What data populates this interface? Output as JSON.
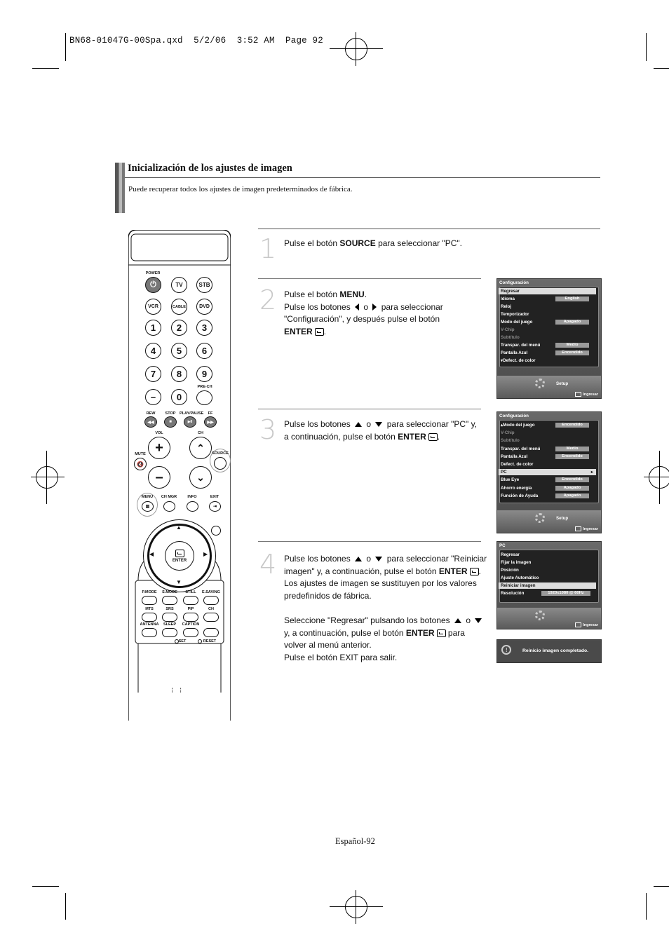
{
  "slug": "BN68-01047G-00Spa.qxd  5/2/06  3:52 AM  Page 92",
  "section": {
    "title": "Inicialización de los ajustes de imagen",
    "description": "Puede recuperar todos los ajustes de imagen predeterminados de fábrica."
  },
  "steps": [
    {
      "num": "1"
    },
    {
      "num": "2"
    },
    {
      "num": "3"
    },
    {
      "num": "4"
    }
  ],
  "step1": {
    "a": "Pulse el botón ",
    "b": "SOURCE",
    "c": " para seleccionar \"PC\"."
  },
  "step2": {
    "l1a": "Pulse el botón ",
    "l1b": "MENU",
    "l1c": ".",
    "l2a": "Pulse los botones ",
    "l2b": " o ",
    "l2c": " para seleccionar",
    "l3": "\"Configuración\", y después pulse el botón",
    "l4": "ENTER",
    "l4c": "."
  },
  "step3": {
    "l1a": "Pulse los botones ",
    "l1b": " o ",
    "l1c": " para seleccionar \"PC\"  y,",
    "l2a": "a continuación, pulse el botón ",
    "l2b": "ENTER",
    "l2c": "."
  },
  "step4": {
    "l1a": "Pulse los botones ",
    "l1b": " o ",
    "l1c": " para seleccionar \"Reiniciar",
    "l2a": "imagen\" y, a continuación, pulse el botón ",
    "l2b": "ENTER",
    "l2c": ".",
    "l3": "Los ajustes de imagen se sustituyen por los valores",
    "l4": "predefinidos de fábrica.",
    "l5a": "Seleccione \"Regresar\"  pulsando los botones ",
    "l5b": " o ",
    "l6a": "y, a continuación, pulse el botón ",
    "l6b": "ENTER",
    "l6c": " para",
    "l7": "volver al menú anterior.",
    "l8": "Pulse el botón EXIT para salir."
  },
  "osd1": {
    "title": "Configuración",
    "rows": [
      {
        "label": "Regresar",
        "value": "",
        "state": "hi"
      },
      {
        "label": "Idioma",
        "value": "English",
        "state": ""
      },
      {
        "label": "Reloj",
        "value": "",
        "state": ""
      },
      {
        "label": "Temporizador",
        "value": "",
        "state": ""
      },
      {
        "label": "Modo del juego",
        "value": "Apagado",
        "state": ""
      },
      {
        "label": "V-Chip",
        "value": "",
        "state": "dim"
      },
      {
        "label": "Subtítulo",
        "value": "",
        "state": "dim"
      },
      {
        "label": "Transpar. del menú",
        "value": "Medio",
        "state": ""
      },
      {
        "label": "Pantalla Azul",
        "value": "Encendido",
        "state": ""
      },
      {
        "label": "▾Defect. de color",
        "value": "",
        "state": ""
      }
    ],
    "setup": "Setup",
    "ingresar": "Ingresar"
  },
  "osd2": {
    "title": "Configuración",
    "rows": [
      {
        "label": "▴Modo del juego",
        "value": "Encendido",
        "state": ""
      },
      {
        "label": "V-Chip",
        "value": "",
        "state": "dim"
      },
      {
        "label": "Subtítulo",
        "value": "",
        "state": "dim"
      },
      {
        "label": "Transpar. del menú",
        "value": "Medio",
        "state": ""
      },
      {
        "label": "Pantalla Azul",
        "value": "Encendido",
        "state": ""
      },
      {
        "label": "Defect. de color",
        "value": "",
        "state": ""
      },
      {
        "label": "PC",
        "value": "",
        "state": "hi"
      },
      {
        "label": "Blue Eye",
        "value": "Encendido",
        "state": ""
      },
      {
        "label": "Ahorro energía",
        "value": "Apagado",
        "state": ""
      },
      {
        "label": "Función de Ayuda",
        "value": "Apagado",
        "state": ""
      }
    ],
    "setup": "Setup",
    "ingresar": "Ingresar"
  },
  "osd3": {
    "title": "PC",
    "rows": [
      {
        "label": "Regresar",
        "value": "",
        "state": ""
      },
      {
        "label": "Fijar la imagen",
        "value": "",
        "state": ""
      },
      {
        "label": "Posición",
        "value": "",
        "state": ""
      },
      {
        "label": "Ajuste Automático",
        "value": "",
        "state": ""
      },
      {
        "label": "Reiniciar imagen",
        "value": "",
        "state": "hi"
      },
      {
        "label": "Resolución",
        "value": "1920x1080 @ 60Hz",
        "state": ""
      }
    ],
    "ingresar": "Ingresar"
  },
  "notice": "Reinicio imagen completado.",
  "remote": {
    "power": "POWER",
    "tv": "TV",
    "stb": "STB",
    "vcr": "VCR",
    "cable": "CABLE",
    "dvd": "DVD",
    "digits": [
      "1",
      "2",
      "3",
      "4",
      "5",
      "6",
      "7",
      "8",
      "9"
    ],
    "minus": "–",
    "zero": "0",
    "prech": "PRE-CH",
    "rew": "REW",
    "stop": "STOP",
    "playpause": "PLAY/PAUSE",
    "ff": "FF",
    "vol": "VOL",
    "ch": "CH",
    "mute": "MUTE",
    "source": "SOURCE",
    "menu": "MENU",
    "chmgr": "CH MGR",
    "info": "INFO",
    "exit": "EXIT",
    "enter": "ENTER",
    "row1": [
      "P.MODE",
      "S.MODE",
      "STILL",
      "E.SAVING"
    ],
    "row2": [
      "MTS",
      "SRS",
      "PIP",
      "CH"
    ],
    "row3": [
      "ANTENNA",
      "SLEEP",
      "CAPTION"
    ],
    "set": "SET",
    "reset": "RESET"
  },
  "footer": "Español-92"
}
